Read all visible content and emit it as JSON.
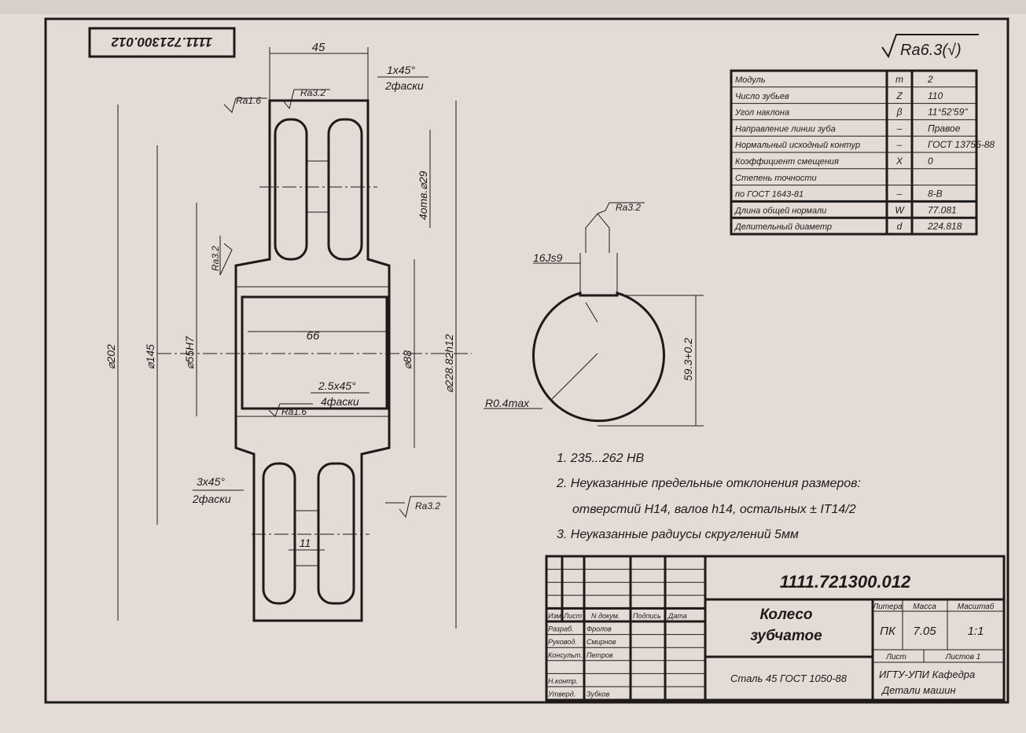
{
  "stamp_code": "1111.721300.012",
  "roughness_general": "Ra6.3(√)",
  "gear_view": {
    "dim_width": "45",
    "chamfer_top": "1x45°",
    "chamfer_top_count": "2фаски",
    "ra_rim_left": "Ra1.6",
    "ra_rim_top": "Ra3.2",
    "holes": "4отв.⌀29",
    "ra_hub": "Ra3.2",
    "hub_length": "66",
    "d_hub": "⌀88",
    "d_tip": "⌀228.82h12",
    "d_202": "⌀202",
    "d_145": "⌀145",
    "d_bore": "⌀55H7",
    "chamfer_bore": "2.5x45°",
    "chamfer_bore_count": "4фаски",
    "ra_bore": "Ra1.6",
    "chamfer_rim": "3x45°",
    "chamfer_rim_count": "2фаски",
    "ra_side": "Ra3.2",
    "web_thickness": "11"
  },
  "key_view": {
    "ra": "Ra3.2",
    "key_width": "16Js9",
    "radius": "R0.4max",
    "depth": "59.3+0.2"
  },
  "params_table": [
    {
      "name": "Модуль",
      "sym": "m",
      "val": "2"
    },
    {
      "name": "Число зубьев",
      "sym": "Z",
      "val": "110"
    },
    {
      "name": "Угол наклона",
      "sym": "β",
      "val": "11°52'59\""
    },
    {
      "name": "Направление линии зуба",
      "sym": "–",
      "val": "Правое"
    },
    {
      "name": "Нормальный исходный контур",
      "sym": "–",
      "val": "ГОСТ 13755-88"
    },
    {
      "name": "Коэффициент смещения",
      "sym": "X",
      "val": "0"
    },
    {
      "name": "Степень точности",
      "sym": "",
      "val": ""
    },
    {
      "name": "по ГОСТ 1643-81",
      "sym": "–",
      "val": "8-B"
    },
    {
      "name": "Длина общей нормали",
      "sym": "W",
      "val": "77.081"
    },
    {
      "name": "Делительный диаметр",
      "sym": "d",
      "val": "224.818"
    }
  ],
  "notes": [
    "1. 235...262 HB",
    "2. Неуказанные предельные отклонения размеров:",
    "отверстий H14, валов h14, остальных ± IT14/2",
    "3. Неуказанные радиусы скруглений 5мм"
  ],
  "title_block": {
    "code": "1111.721300.012",
    "name_line1": "Колесо",
    "name_line2": "зубчатое",
    "material": "Сталь 45 ГОСТ 1050-88",
    "h_izm": "Изм",
    "h_list": "Лист",
    "h_doc": "N докум.",
    "h_sign": "Подпись",
    "h_date": "Дата",
    "roles": [
      {
        "role": "Разраб.",
        "name": "Фролов"
      },
      {
        "role": "Руковод.",
        "name": "Смирнов"
      },
      {
        "role": "Консульт.",
        "name": "Петров"
      },
      {
        "role": "",
        "name": ""
      },
      {
        "role": "Н.контр.",
        "name": ""
      },
      {
        "role": "Утверд.",
        "name": "Зубков"
      }
    ],
    "litera_label": "Литера",
    "mass_label": "Масса",
    "scale_label": "Масштаб",
    "litera": "ПК",
    "mass": "7.05",
    "scale": "1:1",
    "sheet_label": "Лист",
    "sheets_label": "Листов 1",
    "org_line1": "ИГТУ-УПИ Кафедра",
    "org_line2": "Детали машин"
  }
}
